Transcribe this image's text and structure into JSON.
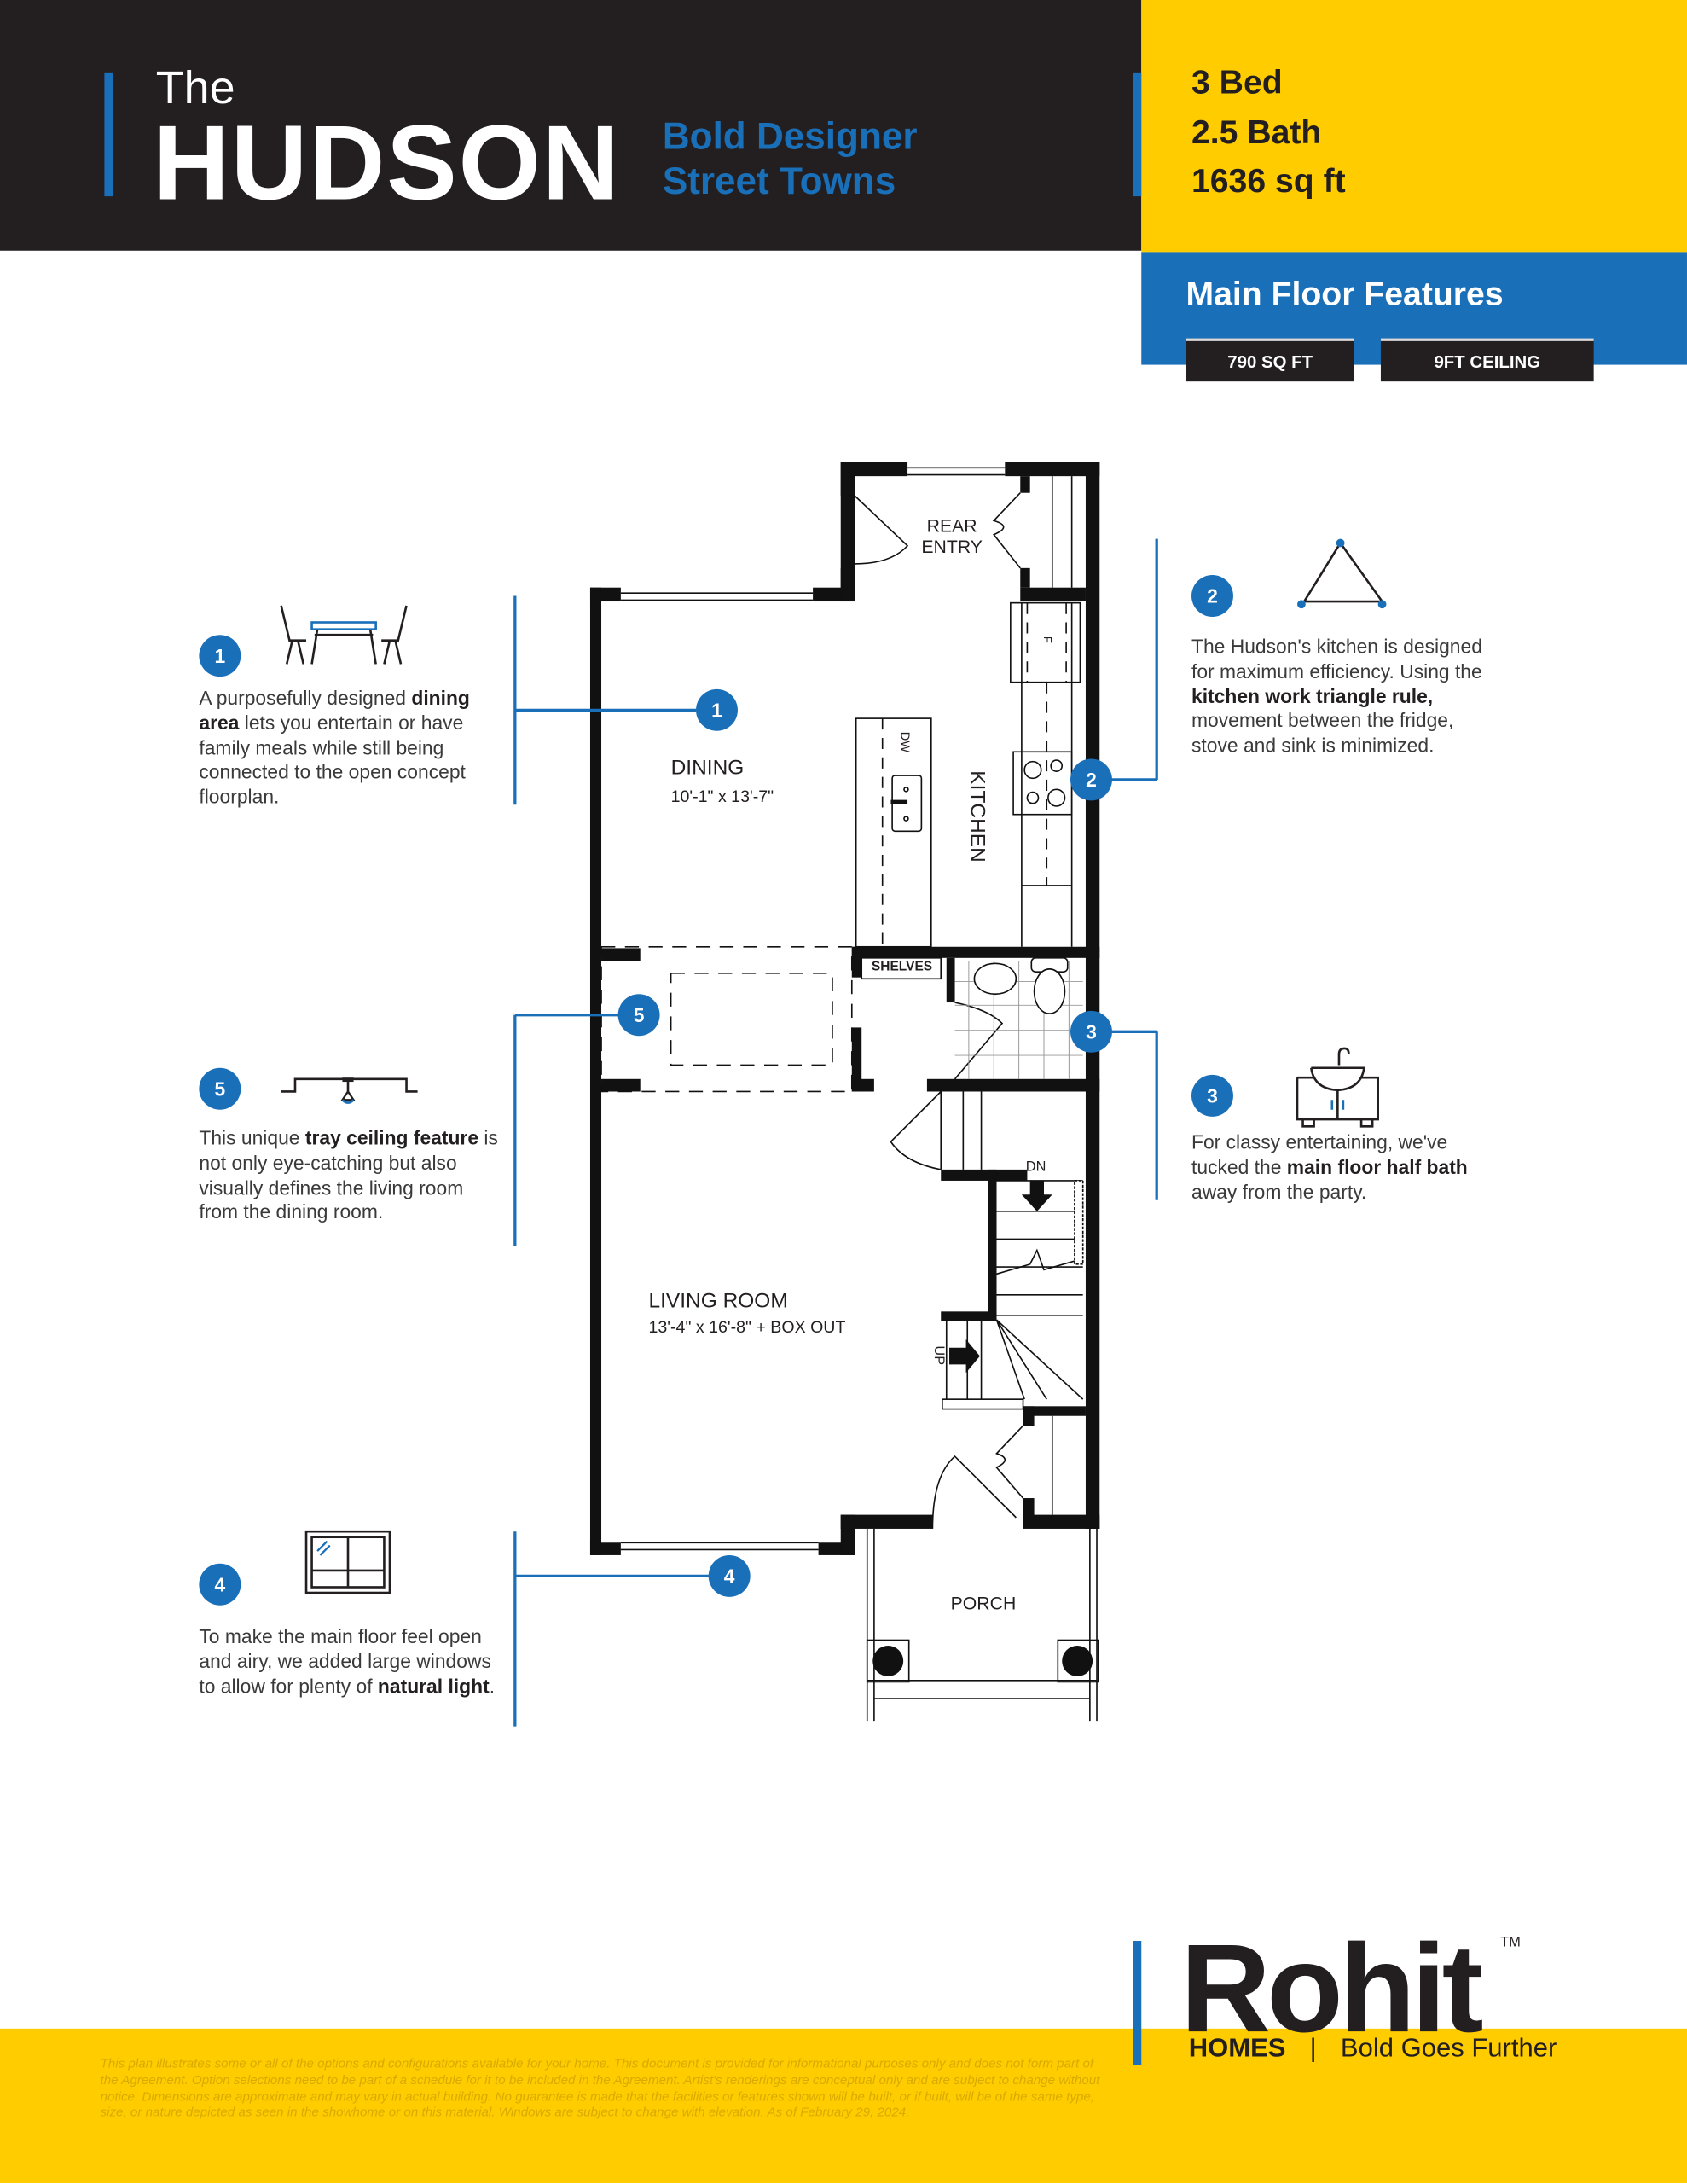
{
  "header": {
    "the": "The",
    "title": "HUDSON",
    "tagline": [
      "Bold Designer",
      "Street Towns"
    ],
    "specs": [
      "3 Bed",
      "2.5 Bath",
      "1636 sq ft"
    ]
  },
  "features": {
    "title": "Main Floor Features",
    "badges": [
      "790 SQ FT",
      "9FT CEILING"
    ]
  },
  "callouts": [
    {
      "number": "1",
      "icon": "dining-table-icon",
      "segments": [
        {
          "text": "A purposefully designed ",
          "bold": false
        },
        {
          "text": "dining area",
          "bold": true
        },
        {
          "text": " lets you entertain or have family meals while still being connected to the open concept floorplan.",
          "bold": false
        }
      ]
    },
    {
      "number": "2",
      "icon": "work-triangle-icon",
      "segments": [
        {
          "text": "The Hudson's kitchen is designed for maximum efficiency. Using the ",
          "bold": false
        },
        {
          "text": "kitchen work triangle rule,",
          "bold": true
        },
        {
          "text": " movement between the fridge, stove and sink is minimized.",
          "bold": false
        }
      ]
    },
    {
      "number": "3",
      "icon": "vanity-sink-icon",
      "segments": [
        {
          "text": "For classy entertaining, we've tucked the ",
          "bold": false
        },
        {
          "text": "main floor half bath",
          "bold": true
        },
        {
          "text": " away from the party.",
          "bold": false
        }
      ]
    },
    {
      "number": "4",
      "icon": "window-icon",
      "segments": [
        {
          "text": "To make the main floor feel open and airy, we added large windows to allow for plenty of ",
          "bold": false
        },
        {
          "text": "natural light",
          "bold": true
        },
        {
          "text": ".",
          "bold": false
        }
      ]
    },
    {
      "number": "5",
      "icon": "tray-ceiling-icon",
      "segments": [
        {
          "text": "This unique ",
          "bold": false
        },
        {
          "text": "tray ceiling feature",
          "bold": true
        },
        {
          "text": " is not only eye-catching but also visually defines the living room from the dining room.",
          "bold": false
        }
      ]
    }
  ],
  "plan": {
    "rear_entry": [
      "REAR",
      "ENTRY"
    ],
    "dining": {
      "name": "DINING",
      "dims": "10'-1\" x 13'-7\""
    },
    "kitchen": "KITCHEN",
    "dw": "DW",
    "fridge": "F",
    "shelves": "SHELVES",
    "living": {
      "name": "LIVING ROOM",
      "dims": "13'-4\" x 16'-8\" + BOX OUT"
    },
    "dn": "DN",
    "up": "UP",
    "porch": "PORCH"
  },
  "footer": {
    "disclaimer": "This plan illustrates some or all of the options and configurations available for your home. This document is provided for informational purposes only and does not form part of the Agreement. Option selections need to be part of a schedule for it to be included in the Agreement. Artist's renderings are conceptual only and are subject to change without notice. Dimensions are approximate and may vary in actual building. No guarantee is made that the facilities or features shown will be built, or if built, will be of the same type, size, or nature depicted as seen in the showhome or on this material. Windows are subject to change with elevation. As of February 29, 2024.",
    "brand": "Rohit",
    "tm": "TM",
    "homes": "HOMES",
    "separator": "|",
    "slogan": "Bold Goes Further"
  },
  "colors": {
    "dark": "#231f20",
    "yellow": "#ffcc00",
    "blue": "#1a6fb9"
  }
}
